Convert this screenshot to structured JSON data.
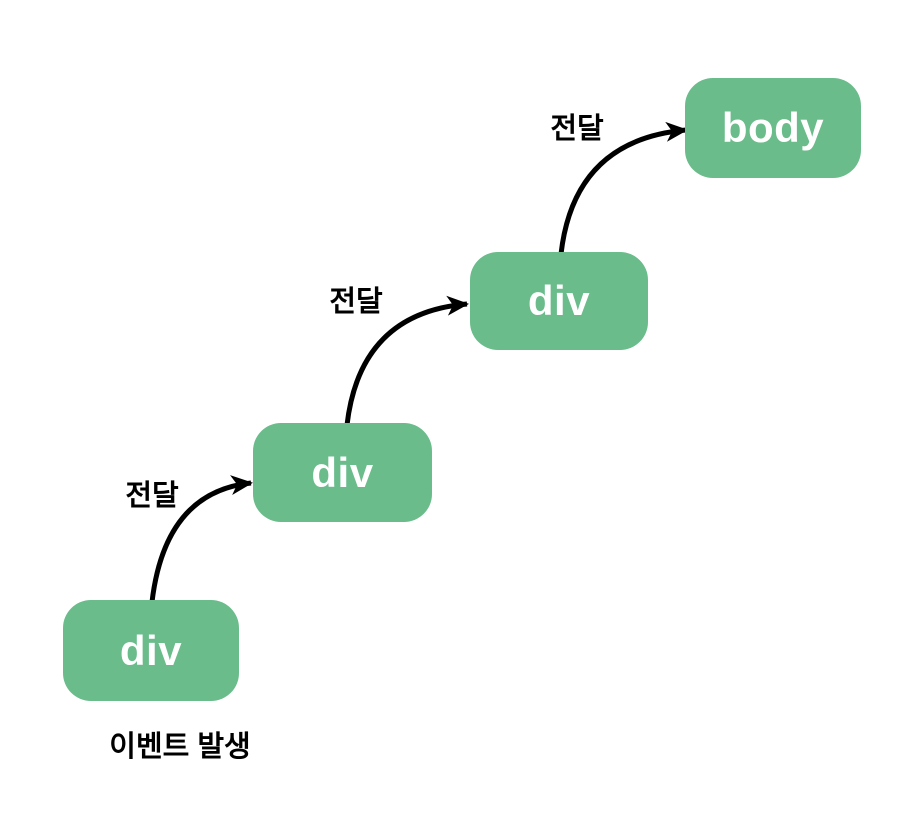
{
  "diagram": {
    "title_semantic": "event-bubbling-diagram",
    "nodes": [
      {
        "label": "div"
      },
      {
        "label": "div"
      },
      {
        "label": "div"
      },
      {
        "label": "body"
      }
    ],
    "edges": [
      {
        "label": "전달"
      },
      {
        "label": "전달"
      },
      {
        "label": "전달"
      }
    ],
    "caption": "이벤트 발생",
    "colors": {
      "node_fill": "#6abc8b",
      "node_text": "#ffffff",
      "arrow": "#000000",
      "label_text": "#000000",
      "background": "#ffffff"
    }
  }
}
